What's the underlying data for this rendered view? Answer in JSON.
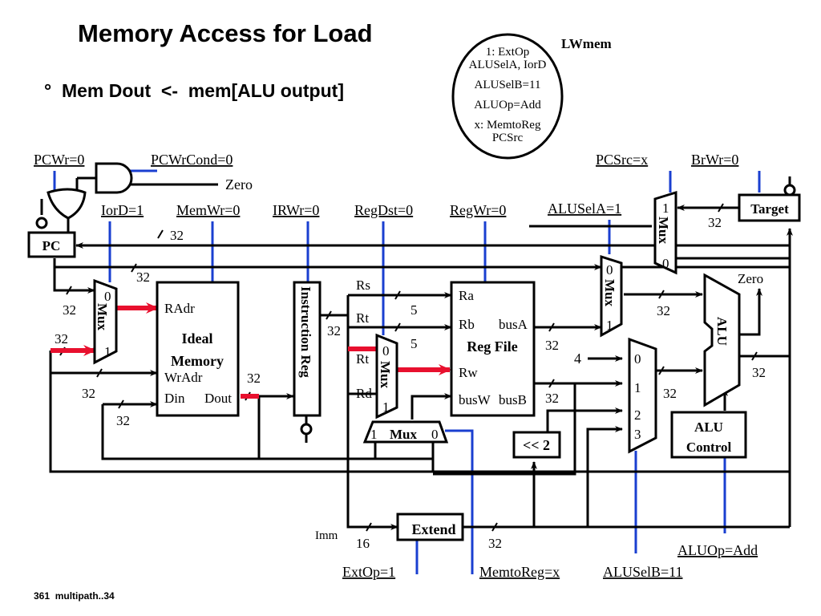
{
  "slide": {
    "title": "Memory Access for Load",
    "bullet": "°  Mem Dout  <-  mem[ALU output]",
    "footer": "361  multipath..34"
  },
  "state_bubble": {
    "name": "LWmem",
    "lines": [
      "1: ExtOp",
      "ALUSelA, IorD",
      "ALUSelB=11",
      "ALUOp=Add",
      "x: MemtoReg",
      "PCSrc"
    ]
  },
  "control_signals": {
    "pcwr": "PCWr=0",
    "pcwrcond": "PCWrCond=0",
    "iord": "IorD=1",
    "memwr": "MemWr=0",
    "irwr": "IRWr=0",
    "regdst": "RegDst=0",
    "regwr": "RegWr=0",
    "aluselA": "ALUSelA=1",
    "pcsrc": "PCSrc=x",
    "brwr": "BrWr=0",
    "extop": "ExtOp=1",
    "memtoreg": "MemtoReg=x",
    "aluselB": "ALUSelB=11",
    "aluop": "ALUOp=Add"
  },
  "blocks": {
    "pc": "PC",
    "target": "Target",
    "memory": [
      "Ideal",
      "Memory"
    ],
    "mem_ports": {
      "radr": "RAdr",
      "wradr": "WrAdr",
      "din": "Din",
      "dout": "Dout"
    },
    "ir": "Instruction Reg",
    "regfile": "Reg File",
    "rf_ports": {
      "ra": "Ra",
      "rb": "Rb",
      "rw": "Rw",
      "busw": "busW",
      "busa": "busA",
      "busb": "busB"
    },
    "alu": "ALU",
    "alu_control": [
      "ALU",
      "Control"
    ],
    "extend": "Extend",
    "shift": "<< 2",
    "mux": "Mux"
  },
  "labels": {
    "zero": "Zero",
    "rs": "Rs",
    "rt": "Rt",
    "rd": "Rd",
    "imm": "Imm",
    "four": "4",
    "w32": "32",
    "w5": "5",
    "w16": "16",
    "mux_in": [
      "0",
      "1",
      "2",
      "3"
    ]
  },
  "colors": {
    "control_wire": "#1a3fd0",
    "active_path": "#e8102e",
    "wire": "#000000"
  }
}
